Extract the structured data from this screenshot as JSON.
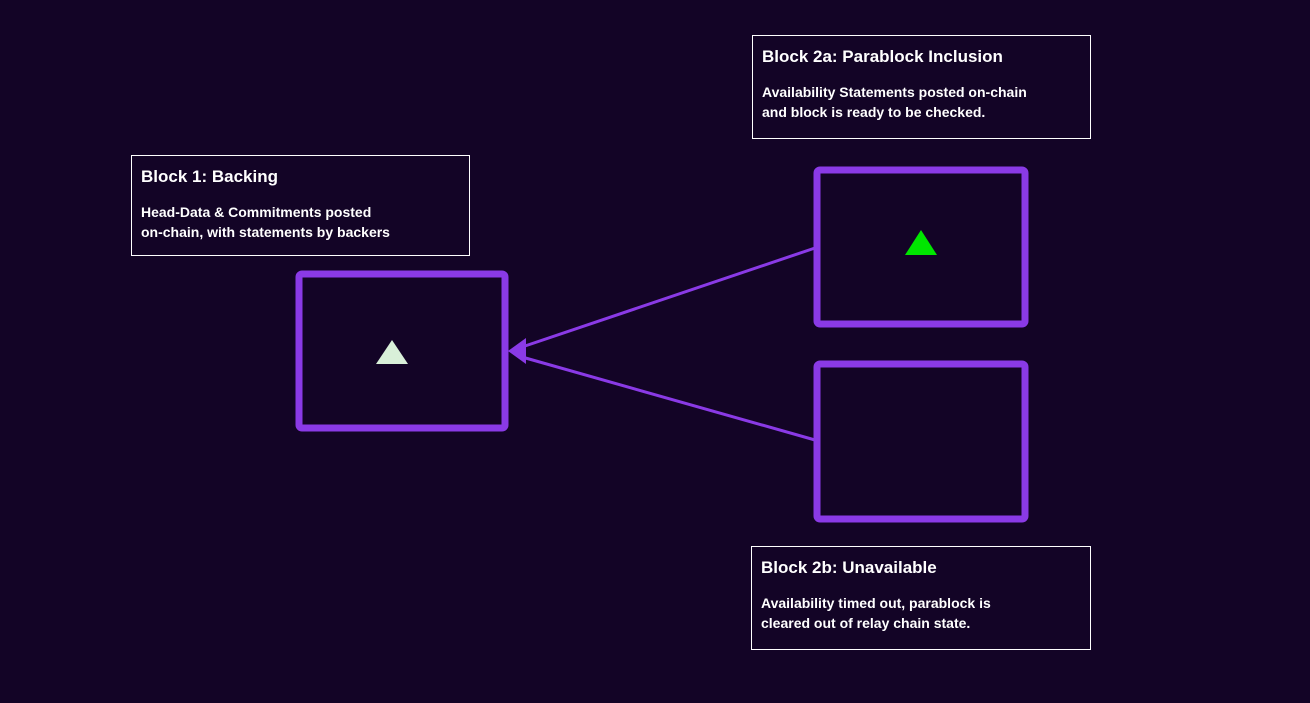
{
  "colors": {
    "background": "#130426",
    "block_border": "#8a3ae6",
    "arrow": "#8a3ae6",
    "caption_border": "#ffffff",
    "caption_text": "#ffffff",
    "marker_backed": "#d9f0d9",
    "marker_included": "#00e600"
  },
  "blocks": [
    {
      "id": "block-1",
      "title": "Block 1: Backing",
      "description": "Head-Data & Commitments posted\non-chain, with statements by backers",
      "marker": "triangle-icon",
      "marker_color": "#d9f0d9"
    },
    {
      "id": "block-2a",
      "title": "Block 2a: Parablock Inclusion",
      "description": "Availability Statements posted on-chain\nand block is ready to be checked.",
      "marker": "triangle-icon",
      "marker_color": "#00e600"
    },
    {
      "id": "block-2b",
      "title": "Block 2b: Unavailable",
      "description": "Availability timed out, parablock is\ncleared out of relay chain state.",
      "marker": null
    }
  ],
  "edges": [
    {
      "from": "block-2a",
      "to": "block-1"
    },
    {
      "from": "block-2b",
      "to": "block-1"
    }
  ]
}
